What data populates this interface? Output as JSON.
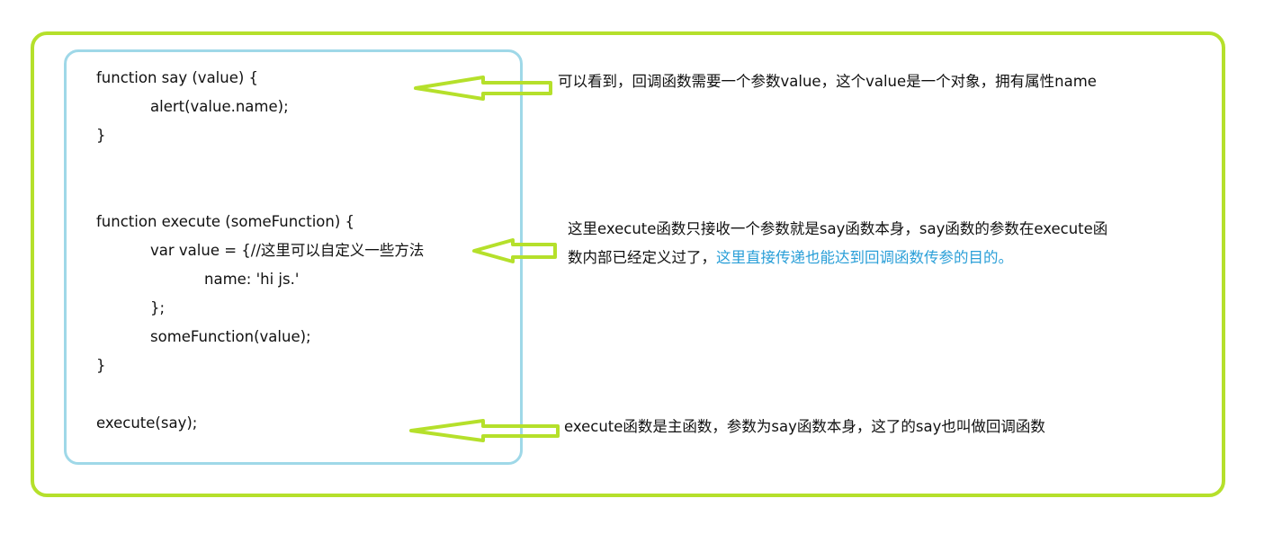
{
  "code_lines": [
    "function say (value) {",
    "alert(value.name);",
    "}",
    "function execute (someFunction) {",
    "var value = {//这里可以自定义一些方法",
    "name: 'hi js.'",
    "};",
    "someFunction(value);",
    "}",
    "execute(say);"
  ],
  "notes": {
    "note1": "可以看到，回调函数需要一个参数value，这个value是一个对象，拥有属性name",
    "note2_line1": "这里execute函数只接收一个参数就是say函数本身，say函数的参数在execute函",
    "note2_line2": "数内部已经定义过了，",
    "note2_highlight": "这里直接传递也能达到回调函数传参的目的。",
    "note3": "execute函数是主函数，参数为say函数本身，这了的say也叫做回调函数"
  },
  "colors": {
    "outer_border": "#b5e02b",
    "code_box_border": "#9fd8e8",
    "arrow": "#b5e02b",
    "highlight_text": "#2a9fd8"
  }
}
